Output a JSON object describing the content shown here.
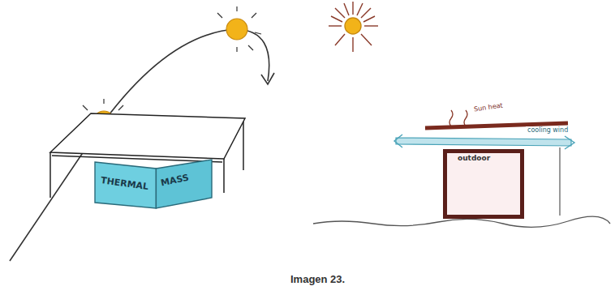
{
  "diagram": {
    "caption": "Imagen 23.",
    "nodes": [
      {
        "text": [
          "THERMAL",
          "MASS"
        ]
      },
      {
        "text": [
          "outdoor"
        ]
      }
    ],
    "labels": [
      "Sun heat",
      "cooling wind"
    ]
  }
}
